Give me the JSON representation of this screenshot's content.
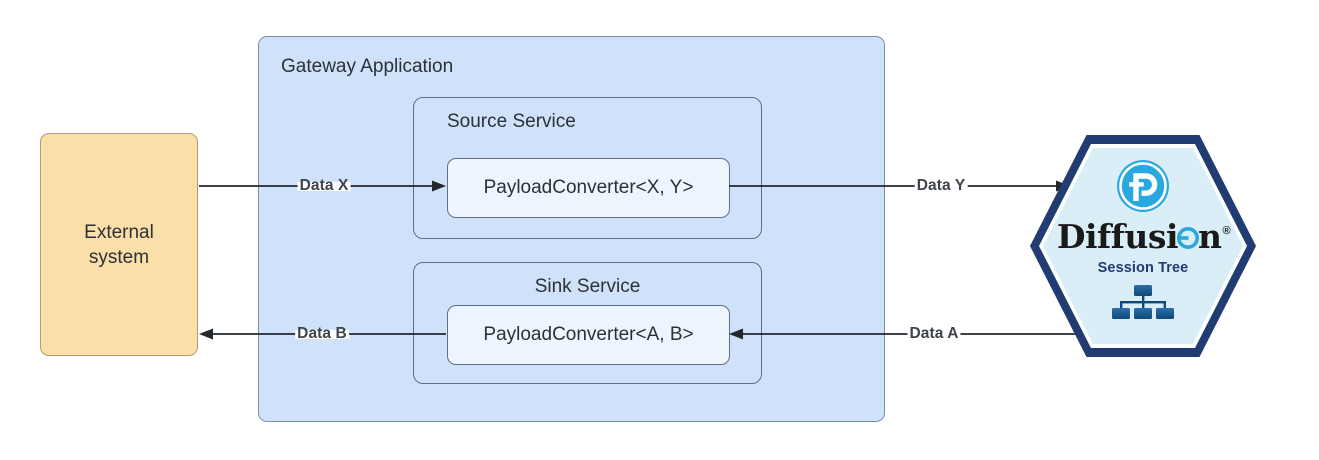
{
  "diagram": {
    "title": "Diffusion Gateway payload converter data flow",
    "colors": {
      "external_fill": "#fbdfa8",
      "external_border": "#b79b6c",
      "gateway_fill": "#cfe2f9",
      "gateway_border": "#7d8fa8",
      "service_border": "#5f6f85",
      "converter_fill": "#eff5fe",
      "connector": "#23272e",
      "label_text": "#3f444c",
      "hex_border": "#203c71",
      "hex_fill": "#daeef7",
      "brand_accent": "#29a8e0"
    }
  },
  "external_system": {
    "name": "External system",
    "line1": "External",
    "line2": "system"
  },
  "gateway": {
    "title": "Gateway Application",
    "services": [
      {
        "id": "source-service",
        "title": "Source Service",
        "converter": "PayloadConverter<X, Y>"
      },
      {
        "id": "sink-service",
        "title": "Sink Service",
        "converter": "PayloadConverter<A, B>"
      }
    ]
  },
  "connectors": [
    {
      "id": "external-to-source",
      "label": "Data X",
      "direction": "right"
    },
    {
      "id": "source-to-diffusion",
      "label": "Data Y",
      "direction": "right"
    },
    {
      "id": "diffusion-to-sink",
      "label": "Data A",
      "direction": "left"
    },
    {
      "id": "sink-to-external",
      "label": "Data B",
      "direction": "left"
    }
  ],
  "diffusion_node": {
    "brand_part1": "Diffusi",
    "brand_part2": "n",
    "brand_full": "Diffusion",
    "registered_mark": "®",
    "subtitle": "Session Tree",
    "logo_icon": "diffusion-p-logo-icon",
    "tree_icon": "session-tree-icon"
  }
}
